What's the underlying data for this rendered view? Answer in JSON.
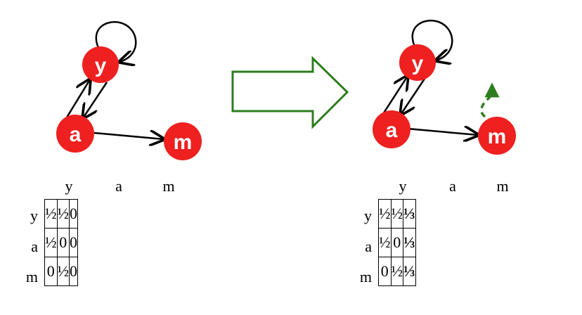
{
  "left_graph": {
    "nodes": [
      "y",
      "a",
      "m"
    ]
  },
  "right_graph": {
    "nodes": [
      "y",
      "a",
      "m"
    ]
  },
  "left_matrix": {
    "columns": [
      "y",
      "a",
      "m"
    ],
    "rows": [
      {
        "label": "y",
        "cells": [
          "½",
          "½",
          "0"
        ]
      },
      {
        "label": "a",
        "cells": [
          "½",
          "0",
          "0"
        ]
      },
      {
        "label": "m",
        "cells": [
          "0",
          "½",
          "0"
        ]
      }
    ]
  },
  "right_matrix": {
    "columns": [
      "y",
      "a",
      "m"
    ],
    "rows": [
      {
        "label": "y",
        "cells": [
          "½",
          "½",
          "⅓"
        ]
      },
      {
        "label": "a",
        "cells": [
          "½",
          "0",
          "⅓"
        ]
      },
      {
        "label": "m",
        "cells": [
          "0",
          "½",
          "⅓"
        ]
      }
    ]
  },
  "colors": {
    "node_fill": "#ee2020",
    "arrow_outline": "#2e7d1f",
    "teleport_edge": "#2e7d1f"
  }
}
